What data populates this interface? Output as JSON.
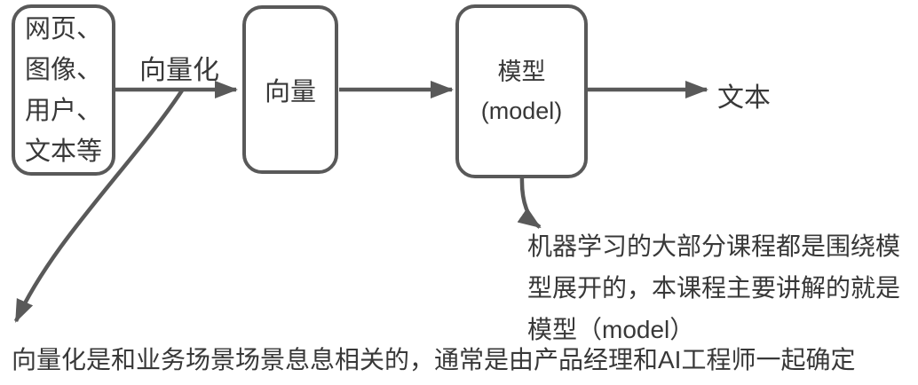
{
  "diagram": {
    "colors": {
      "stroke": "#595959",
      "text": "#383838"
    },
    "source_box": {
      "lines": [
        "网页、",
        "图像、",
        "用户、",
        "文本等"
      ]
    },
    "edge_label": "向量化",
    "vector_box": {
      "label": "向量"
    },
    "model_box": {
      "line1": "模型",
      "line2": "(model)"
    },
    "output_label": "文本",
    "note_model": {
      "lines": [
        "机器学习的大部分课程都是围绕模",
        "型展开的，本课程主要讲解的就是",
        "模型（model）"
      ]
    },
    "note_vectorization": "向量化是和业务场景场景息息相关的，通常是由产品经理和AI工程师一起确定"
  }
}
